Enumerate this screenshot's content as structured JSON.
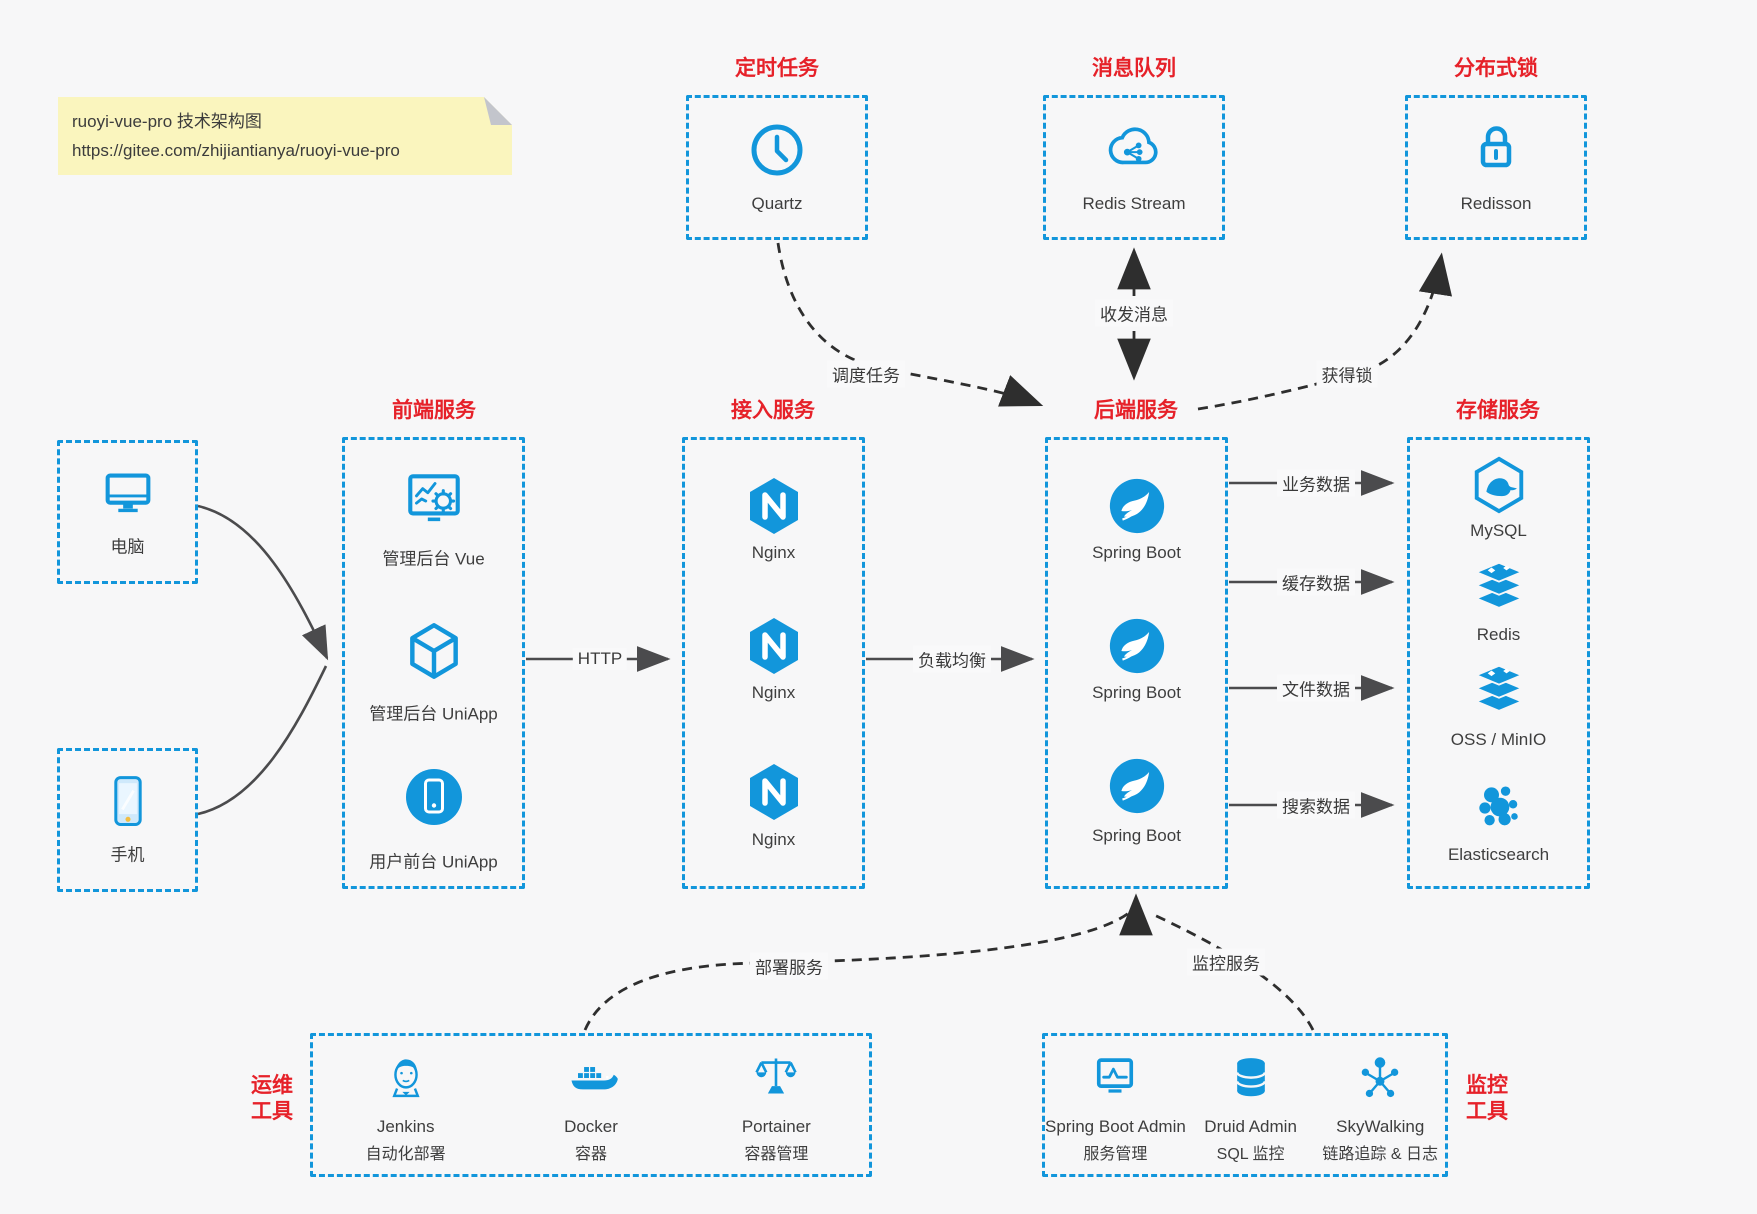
{
  "note": {
    "line1": "ruoyi-vue-pro 技术架构图",
    "line2": "https://gitee.com/zhijiantianya/ruoyi-vue-pro"
  },
  "colors": {
    "accent_blue": "#1296db",
    "title_red": "#e62129",
    "solid_arrow_gray": "#4b4b4d",
    "dashed_arrow_dark": "#2e2e2e",
    "canvas_bg": "#f7f7f8",
    "note_bg": "#faf5be"
  },
  "top_groups": [
    {
      "title": "定时任务",
      "item": {
        "label": "Quartz",
        "icon": "clock-icon"
      }
    },
    {
      "title": "消息队列",
      "item": {
        "label": "Redis Stream",
        "icon": "cloud-stream-icon"
      }
    },
    {
      "title": "分布式锁",
      "item": {
        "label": "Redisson",
        "icon": "lock-icon"
      }
    }
  ],
  "clients": [
    {
      "label": "电脑",
      "icon": "desktop-icon"
    },
    {
      "label": "手机",
      "icon": "phone-icon"
    }
  ],
  "columns": {
    "frontend": {
      "title": "前端服务",
      "items": [
        {
          "label": "管理后台 Vue",
          "icon": "admin-vue-icon"
        },
        {
          "label": "管理后台 UniApp",
          "icon": "cube-icon"
        },
        {
          "label": "用户前台 UniApp",
          "icon": "mobile-app-icon"
        }
      ]
    },
    "access": {
      "title": "接入服务",
      "items": [
        {
          "label": "Nginx",
          "icon": "nginx-icon"
        },
        {
          "label": "Nginx",
          "icon": "nginx-icon"
        },
        {
          "label": "Nginx",
          "icon": "nginx-icon"
        }
      ]
    },
    "backend": {
      "title": "后端服务",
      "items": [
        {
          "label": "Spring Boot",
          "icon": "spring-icon"
        },
        {
          "label": "Spring Boot",
          "icon": "spring-icon"
        },
        {
          "label": "Spring Boot",
          "icon": "spring-icon"
        }
      ]
    },
    "storage": {
      "title": "存储服务",
      "items": [
        {
          "label": "MySQL",
          "icon": "mysql-icon"
        },
        {
          "label": "Redis",
          "icon": "redis-stack-icon"
        },
        {
          "label": "OSS / MinIO",
          "icon": "storage-stack-icon"
        },
        {
          "label": "Elasticsearch",
          "icon": "elasticsearch-icon"
        }
      ]
    }
  },
  "ops_tools": {
    "side_title": [
      "运维",
      "工具"
    ],
    "items": [
      {
        "name": "Jenkins",
        "subtitle": "自动化部署",
        "icon": "jenkins-icon"
      },
      {
        "name": "Docker",
        "subtitle": "容器",
        "icon": "docker-icon"
      },
      {
        "name": "Portainer",
        "subtitle": "容器管理",
        "icon": "portainer-icon"
      }
    ]
  },
  "monitor_tools": {
    "side_title": [
      "监控",
      "工具"
    ],
    "items": [
      {
        "name": "Spring Boot Admin",
        "subtitle": "服务管理",
        "icon": "monitor-chart-icon"
      },
      {
        "name": "Druid Admin",
        "subtitle": "SQL 监控",
        "icon": "database-icon"
      },
      {
        "name": "SkyWalking",
        "subtitle": "链路追踪 & 日志",
        "icon": "topology-icon"
      }
    ]
  },
  "edges": {
    "http": "HTTP",
    "load_balance": "负载均衡",
    "schedule": "调度任务",
    "message": "收发消息",
    "lock": "获得锁",
    "business_data": "业务数据",
    "cache_data": "缓存数据",
    "file_data": "文件数据",
    "search_data": "搜索数据",
    "deploy": "部署服务",
    "monitor": "监控服务"
  }
}
